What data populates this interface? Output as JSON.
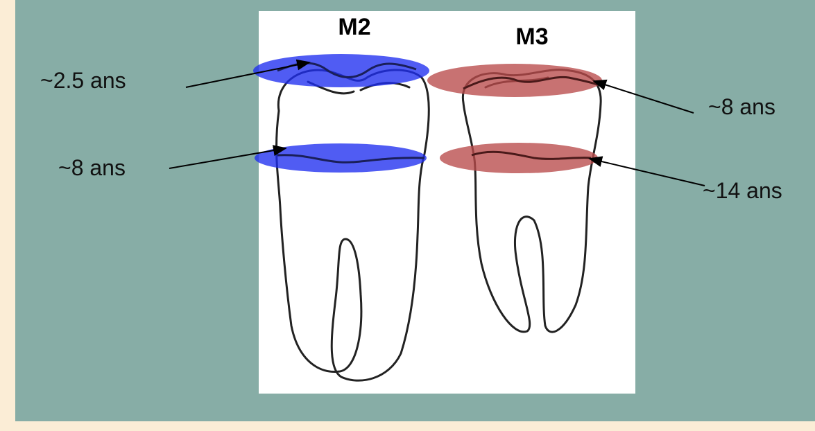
{
  "teeth": [
    {
      "id": "M2",
      "label": "M2"
    },
    {
      "id": "M3",
      "label": "M3"
    }
  ],
  "annotations": {
    "m2_crown": "~2.5 ans",
    "m2_root": "~8 ans",
    "m3_crown": "~8 ans",
    "m3_root": "~14 ans"
  },
  "colors": {
    "slide_background": "#87ada6",
    "page_background": "#fbedd6",
    "m2_band": "#1f2ef0",
    "m3_band": "#b94a4a"
  }
}
